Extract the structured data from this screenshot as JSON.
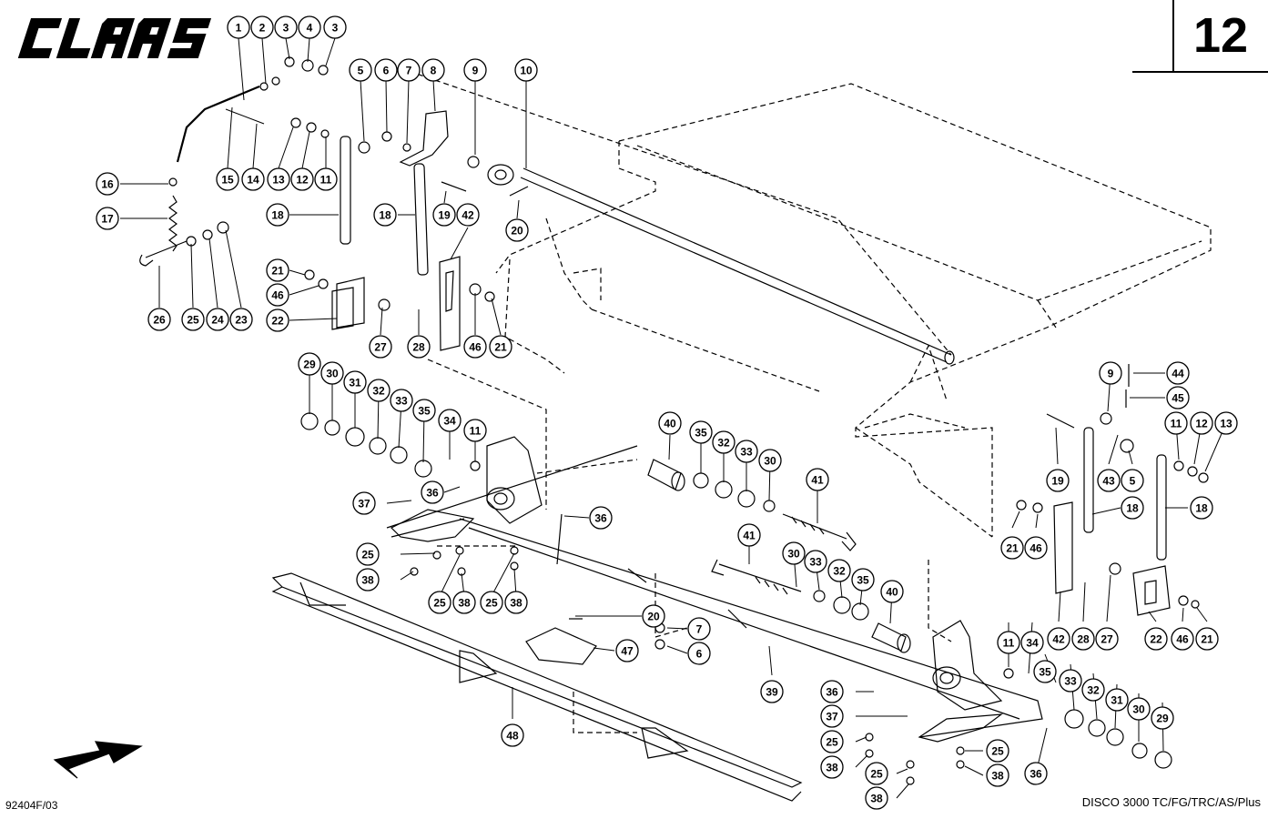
{
  "header": {
    "brand": "CLAAS",
    "page_number": "12"
  },
  "footer": {
    "drawing_code": "92404F/03",
    "model": "DISCO 3000 TC/FG/TRC/AS/Plus"
  },
  "callouts": [
    {
      "label": "1"
    },
    {
      "label": "2"
    },
    {
      "label": "3"
    },
    {
      "label": "4"
    },
    {
      "label": "3"
    },
    {
      "label": "5"
    },
    {
      "label": "6"
    },
    {
      "label": "7"
    },
    {
      "label": "8"
    },
    {
      "label": "9"
    },
    {
      "label": "10"
    },
    {
      "label": "16"
    },
    {
      "label": "17"
    },
    {
      "label": "15"
    },
    {
      "label": "14"
    },
    {
      "label": "13"
    },
    {
      "label": "12"
    },
    {
      "label": "11"
    },
    {
      "label": "18"
    },
    {
      "label": "18"
    },
    {
      "label": "19"
    },
    {
      "label": "42"
    },
    {
      "label": "20"
    },
    {
      "label": "21"
    },
    {
      "label": "46"
    },
    {
      "label": "22"
    },
    {
      "label": "26"
    },
    {
      "label": "25"
    },
    {
      "label": "24"
    },
    {
      "label": "23"
    },
    {
      "label": "27"
    },
    {
      "label": "28"
    },
    {
      "label": "46"
    },
    {
      "label": "21"
    },
    {
      "label": "29"
    },
    {
      "label": "30"
    },
    {
      "label": "31"
    },
    {
      "label": "32"
    },
    {
      "label": "33"
    },
    {
      "label": "35"
    },
    {
      "label": "34"
    },
    {
      "label": "11"
    },
    {
      "label": "37"
    },
    {
      "label": "36"
    },
    {
      "label": "36"
    },
    {
      "label": "25"
    },
    {
      "label": "38"
    },
    {
      "label": "25"
    },
    {
      "label": "38"
    },
    {
      "label": "25"
    },
    {
      "label": "38"
    },
    {
      "label": "40"
    },
    {
      "label": "35"
    },
    {
      "label": "32"
    },
    {
      "label": "33"
    },
    {
      "label": "30"
    },
    {
      "label": "41"
    },
    {
      "label": "41"
    },
    {
      "label": "30"
    },
    {
      "label": "33"
    },
    {
      "label": "32"
    },
    {
      "label": "35"
    },
    {
      "label": "40"
    },
    {
      "label": "20"
    },
    {
      "label": "47"
    },
    {
      "label": "7"
    },
    {
      "label": "6"
    },
    {
      "label": "39"
    },
    {
      "label": "48"
    },
    {
      "label": "9"
    },
    {
      "label": "44"
    },
    {
      "label": "45"
    },
    {
      "label": "11"
    },
    {
      "label": "12"
    },
    {
      "label": "13"
    },
    {
      "label": "19"
    },
    {
      "label": "43"
    },
    {
      "label": "5"
    },
    {
      "label": "18"
    },
    {
      "label": "18"
    },
    {
      "label": "21"
    },
    {
      "label": "46"
    },
    {
      "label": "42"
    },
    {
      "label": "28"
    },
    {
      "label": "27"
    },
    {
      "label": "22"
    },
    {
      "label": "46"
    },
    {
      "label": "21"
    },
    {
      "label": "11"
    },
    {
      "label": "34"
    },
    {
      "label": "35"
    },
    {
      "label": "33"
    },
    {
      "label": "32"
    },
    {
      "label": "31"
    },
    {
      "label": "30"
    },
    {
      "label": "29"
    },
    {
      "label": "36"
    },
    {
      "label": "37"
    },
    {
      "label": "25"
    },
    {
      "label": "38"
    },
    {
      "label": "25"
    },
    {
      "label": "38"
    },
    {
      "label": "25"
    },
    {
      "label": "38"
    },
    {
      "label": "36"
    }
  ]
}
